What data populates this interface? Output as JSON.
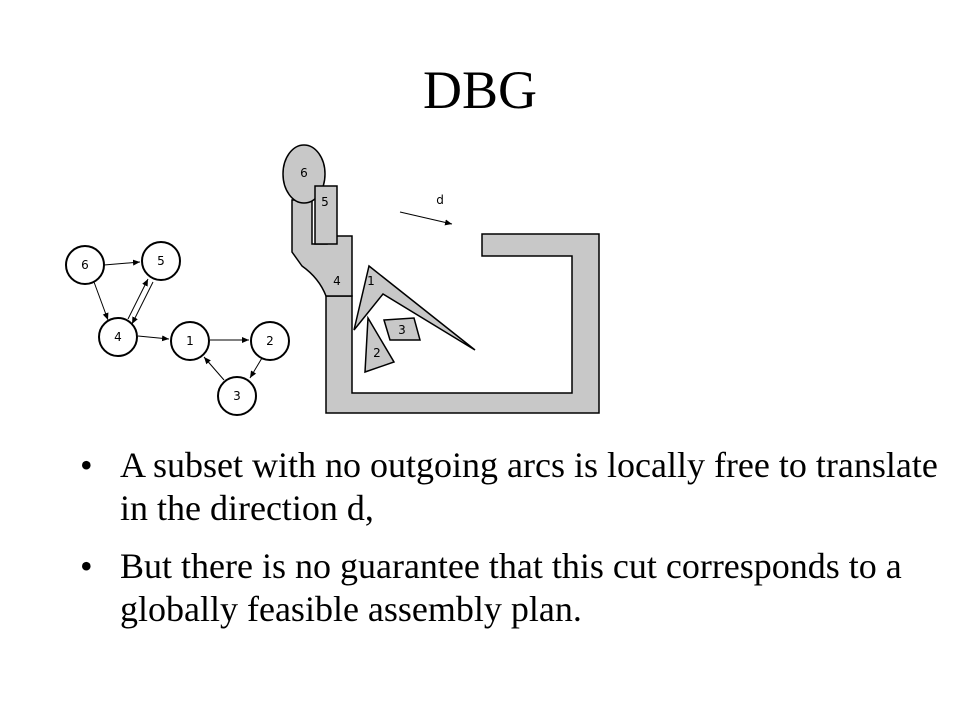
{
  "slide": {
    "title": "DBG",
    "bullet_marker": "•",
    "bullets": [
      "A subset with no outgoing arcs is locally free to translate in the direction d,",
      "But there is no guarantee that this cut corresponds to a globally feasible assembly plan."
    ]
  },
  "graph": {
    "nodes": [
      "6",
      "5",
      "4",
      "1",
      "2",
      "3"
    ],
    "arcs": [
      {
        "from": "6",
        "to": "5"
      },
      {
        "from": "6",
        "to": "4"
      },
      {
        "from": "4",
        "to": "5"
      },
      {
        "from": "5",
        "to": "4"
      },
      {
        "from": "4",
        "to": "1"
      },
      {
        "from": "1",
        "to": "2"
      },
      {
        "from": "2",
        "to": "3"
      },
      {
        "from": "3",
        "to": "1"
      }
    ]
  },
  "assembly": {
    "parts": [
      "6",
      "5",
      "4",
      "1",
      "3",
      "2"
    ],
    "direction_label": "d"
  },
  "colors": {
    "part_fill": "#c8c8c8",
    "stroke": "#000000"
  }
}
